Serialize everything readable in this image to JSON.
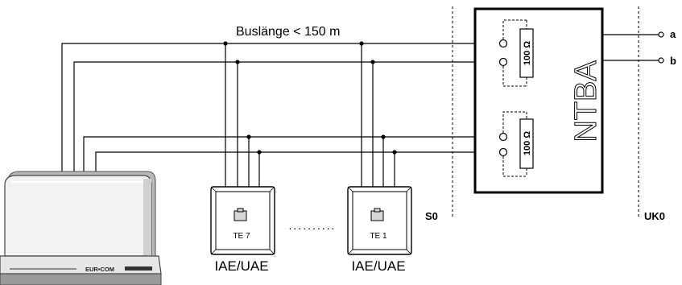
{
  "bus_length_label": "Buslänge < 150 m",
  "ntba_label": "NTBA",
  "resistor_label": "100 Ω",
  "terminal_a": "a",
  "terminal_b": "b",
  "s0_label": "S0",
  "uk0_label": "UK0",
  "outlets": [
    {
      "device_label": "TE 7",
      "outlet_label": "IAE/UAE"
    },
    {
      "device_label": "TE 1",
      "outlet_label": "IAE/UAE"
    }
  ],
  "pbx_brand": "EUR•COM",
  "ellipsis": "..........",
  "colors": {
    "line": "#000000",
    "dashed": "#000000",
    "pbx_body": "#f0f0f0",
    "pbx_shadow": "#a0a0a0"
  }
}
